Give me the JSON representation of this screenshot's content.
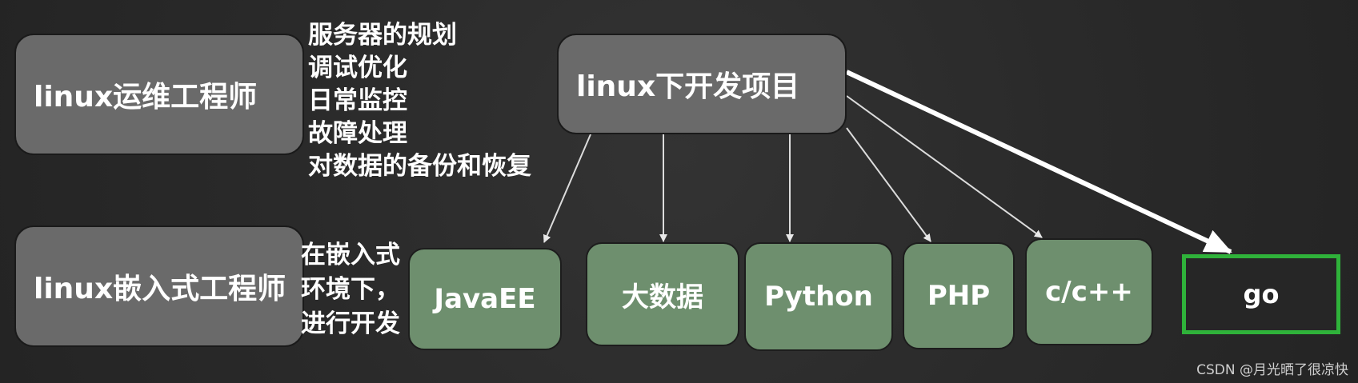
{
  "boxes": {
    "ops_engineer": "linux运维工程师",
    "embedded_engineer": "linux嵌入式工程师",
    "dev_projects": "linux下开发项目"
  },
  "ops_duties": [
    "服务器的规划",
    "调试优化",
    "日常监控",
    "故障处理",
    "对数据的备份和恢复"
  ],
  "embedded_notes": [
    "在嵌入式",
    "环境下，",
    "进行开发"
  ],
  "technologies": [
    "JavaEE",
    "大数据",
    "Python",
    "PHP",
    "c/c++",
    "go"
  ],
  "colors": {
    "background": "#2b2b2b",
    "gray_box": "#6a6a6a",
    "green_box": "#6e8f6e",
    "highlight_border": "#2fb23a"
  },
  "watermark": "CSDN @月光晒了很凉快"
}
